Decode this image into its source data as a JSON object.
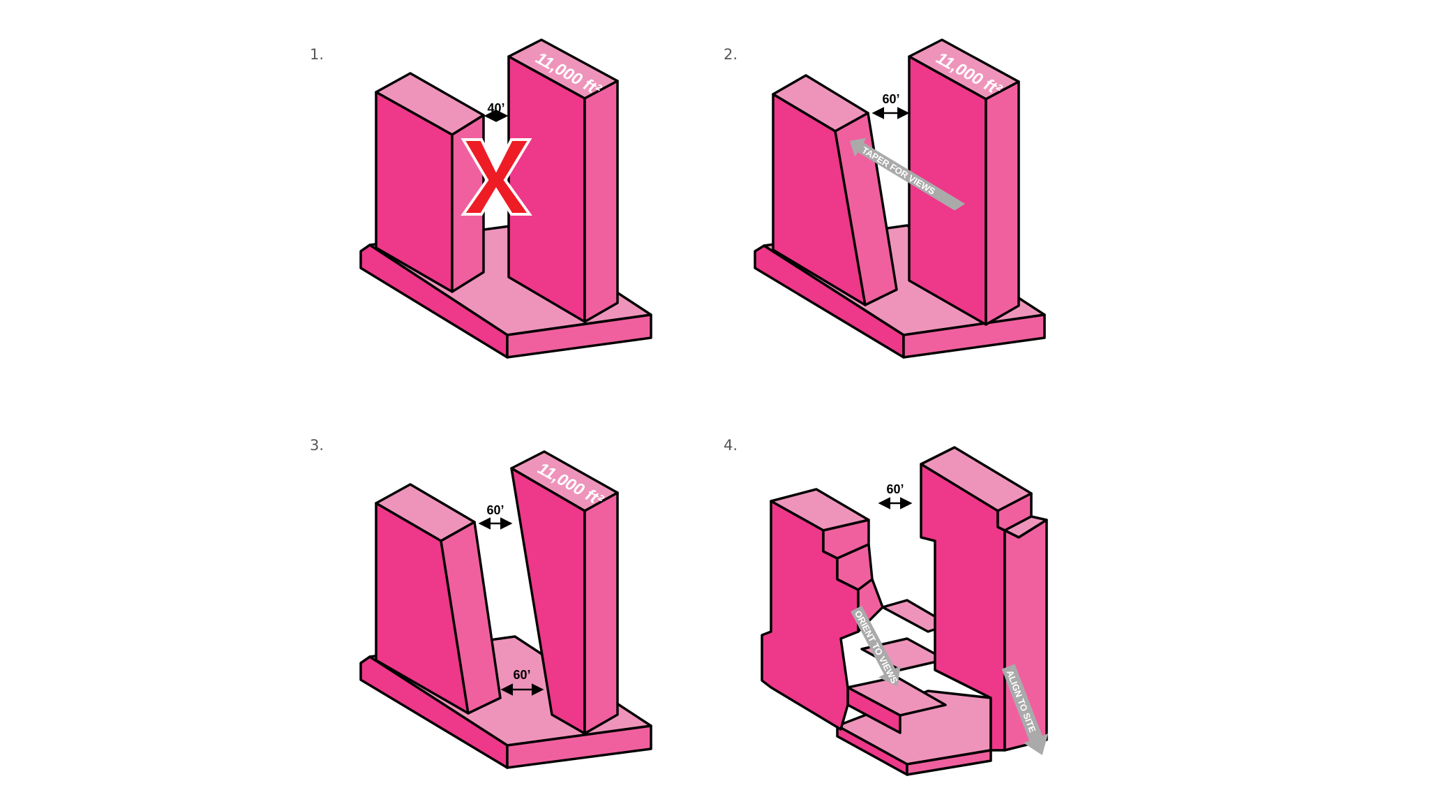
{
  "colors": {
    "front": "#ee3889",
    "side": "#f0609e",
    "top": "#ee94bb",
    "base": "#ee94bb",
    "outline": "#000000",
    "arrow": "#aaaaaa",
    "cross": "#ee1c24"
  },
  "steps": [
    {
      "number": "1.",
      "area_label": "11,000 ft²",
      "gap_label": "40’",
      "rejected": true
    },
    {
      "number": "2.",
      "area_label": "11,000 ft²",
      "gap_label": "60’",
      "arrow_label": "TAPER FOR VIEWS"
    },
    {
      "number": "3.",
      "area_label": "11,000 ft²",
      "gap_top_label": "60’",
      "gap_bottom_label": "60’"
    },
    {
      "number": "4.",
      "gap_label": "60’",
      "arrow_label_left": "ORIENT TO VIEWS",
      "arrow_label_right": "ALIGN TO SITE"
    }
  ]
}
